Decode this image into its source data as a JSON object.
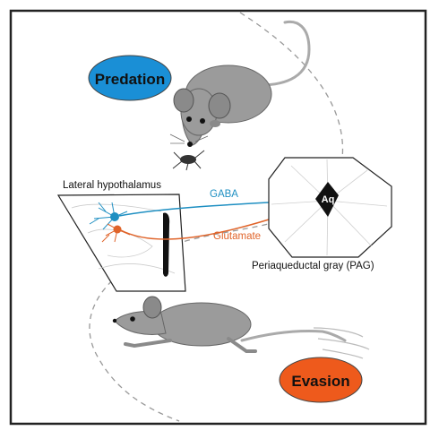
{
  "labels": {
    "predation": "Predation",
    "evasion": "Evasion",
    "lateral_hypothalamus": "Lateral hypothalamus",
    "gaba": "GABA",
    "glutamate": "Glutamate",
    "aq": "Aq",
    "pag": "Periaqueductal gray (PAG)"
  },
  "colors": {
    "predation_fill": "#1a8fd6",
    "evasion_fill": "#ee5a1c",
    "gaba": "#1e8fc2",
    "glutamate": "#e0642a",
    "mouse_body": "#9b9b9b",
    "frame": "#222222"
  },
  "icons": [
    "mouse-predator-icon",
    "cricket-icon",
    "mouse-running-icon",
    "neuron-icon"
  ]
}
